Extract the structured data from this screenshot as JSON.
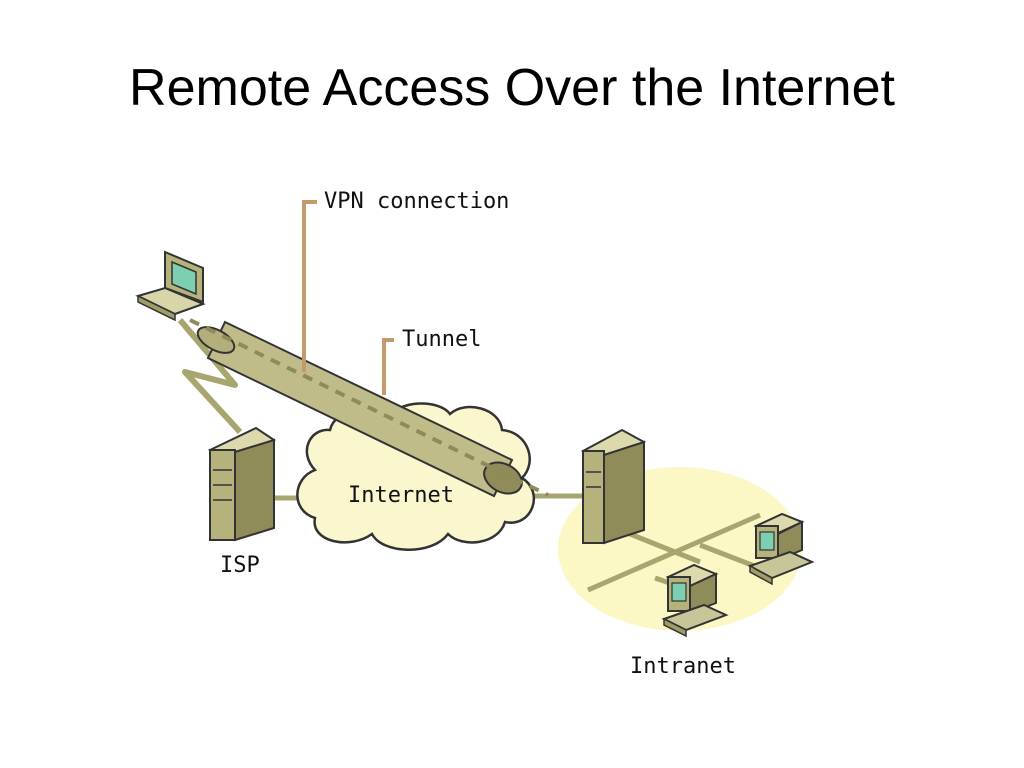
{
  "slide": {
    "title": "Remote Access Over the Internet"
  },
  "diagram": {
    "labels": {
      "vpn_connection": "VPN connection",
      "tunnel": "Tunnel",
      "internet": "Internet",
      "isp": "ISP",
      "intranet": "Intranet"
    },
    "nodes": [
      {
        "id": "remote-laptop",
        "icon": "laptop-icon"
      },
      {
        "id": "isp-server",
        "icon": "server-icon"
      },
      {
        "id": "internet-cloud",
        "icon": "cloud-icon"
      },
      {
        "id": "intranet-server",
        "icon": "server-icon"
      },
      {
        "id": "intranet-workstation-1",
        "icon": "desktop-computer-icon"
      },
      {
        "id": "intranet-workstation-2",
        "icon": "desktop-computer-icon"
      }
    ],
    "colors": {
      "device_body": "#b5b27c",
      "link_line": "#a8a66f",
      "tunnel": "#bfbc8a",
      "callout_line": "#c49a6c",
      "intranet_area": "#fbf8c6",
      "screen": "#7ccfb0"
    }
  }
}
